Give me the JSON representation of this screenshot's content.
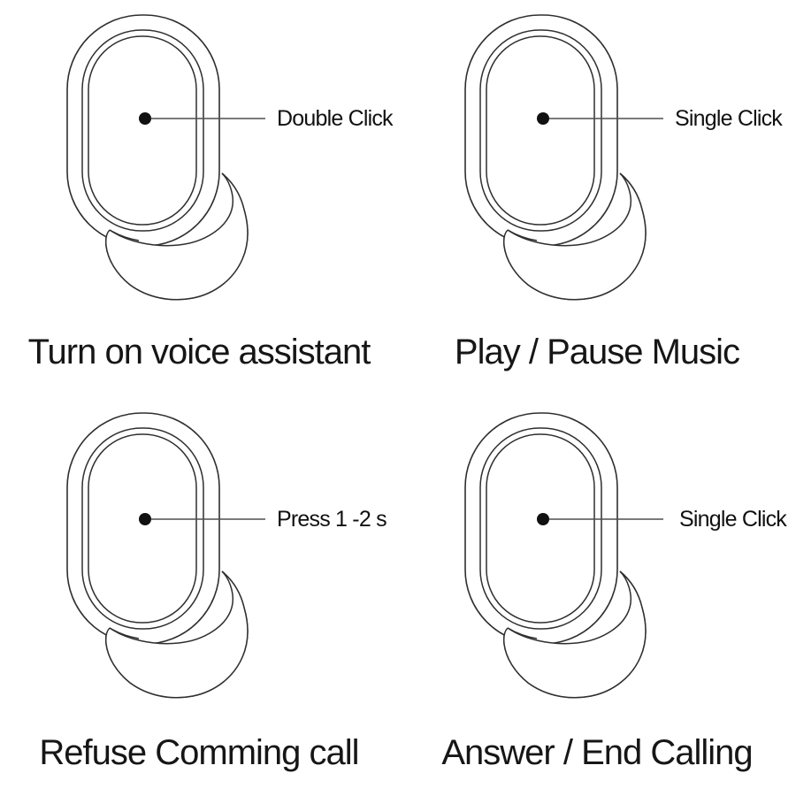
{
  "page": {
    "background_color": "#ffffff",
    "description_colors": {
      "outline_stroke": "#2f2f2f",
      "leader_line": "#4f4f4f",
      "touch_dot": "#111111",
      "text": "#111111"
    }
  },
  "panels": [
    {
      "id": "turn-on-voice-assistant",
      "action_label": "Double Click",
      "caption": "Turn on voice assistant"
    },
    {
      "id": "play-pause-music",
      "action_label": "Single Click",
      "caption": "Play / Pause Music"
    },
    {
      "id": "refuse-incoming-call",
      "action_label": "Press 1 -2 s",
      "caption": "Refuse Comming call"
    },
    {
      "id": "answer-end-calling",
      "action_label": "Single Click",
      "caption": "Answer / End Calling"
    }
  ]
}
